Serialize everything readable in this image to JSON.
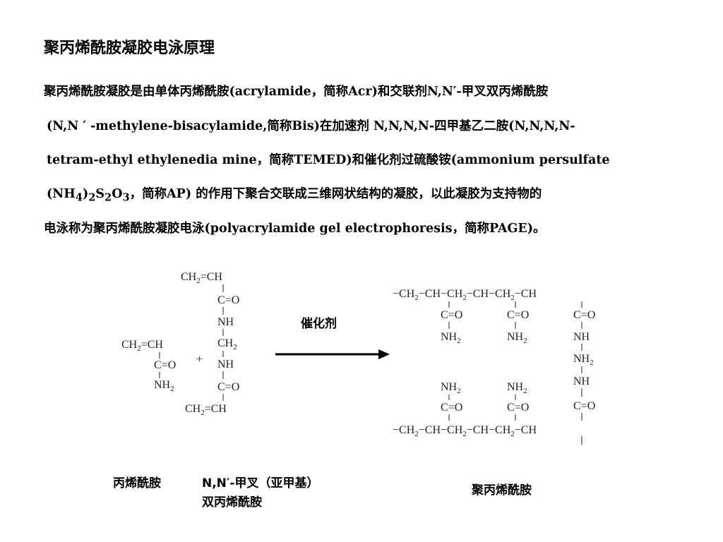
{
  "title": "聚丙烯酰胺凝胶电泳原理",
  "paragraph": {
    "line1": "聚丙烯酰胺凝胶是由单体丙烯酰胺(acrylamide，简称Acr)和交联剂N,N′-甲叉双丙烯酰胺",
    "line2": "(N,N ′ -methylene-bisacylamide,简称Bis)在加速剂 N,N,N,N-四甲基乙二胺(N,N,N,N-",
    "line3": "tetram-ethyl ethylenedia mine，简称TEMED)和催化剂过硫酸铵(ammonium persulfate",
    "line4_pre": "(NH",
    "line4_sub1": "4",
    "line4_mid1": ")",
    "line4_sub2": "2",
    "line4_mid2": "S",
    "line4_sub3": "2",
    "line4_mid3": "O",
    "line4_sub4": "3",
    "line4_post": "，简称AP) 的作用下聚合交联成三维网状结构的凝胶，以此凝胶为支持物的",
    "line5": "电泳称为聚丙烯酰胺凝胶电泳(polyacrylamide gel electrophoresis，简称PAGE)。"
  },
  "diagram": {
    "catalyst_label": "催化剂",
    "plus": "+",
    "acrylamide_label": "丙烯酰胺",
    "bis_label_line1": "N,N′-甲叉（亚甲基）",
    "bis_label_line2": "双丙烯酰胺",
    "product_label": "聚丙烯酰胺",
    "groups": {
      "ch2_eq_ch": "CH₂=CH",
      "c_eq_o": "C=O",
      "nh2": "NH₂",
      "nh": "NH",
      "ch2": "CH₂",
      "chain": "−CH₂−CH−CH₂−CH−CH₂−CH"
    }
  }
}
